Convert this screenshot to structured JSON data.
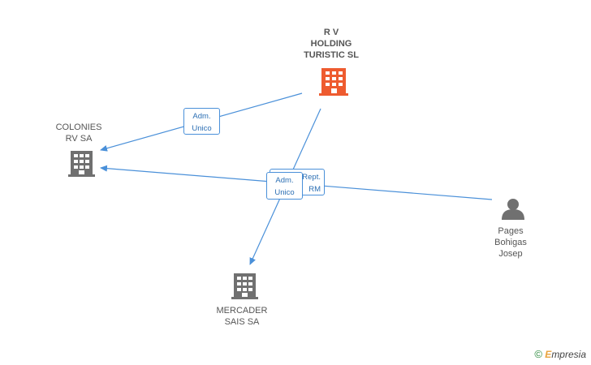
{
  "nodes": {
    "rv_holding": {
      "label": "R V\nHOLDING\nTURISTIC SL",
      "color": "#ee5b2f"
    },
    "colonies": {
      "label": "COLONIES\nRV SA",
      "color": "#707070"
    },
    "mercader": {
      "label": "MERCADER\nSAIS SA",
      "color": "#707070"
    },
    "pages": {
      "label": "Pages\nBohigas\nJosep",
      "color": "#707070"
    }
  },
  "edges": {
    "adm_unico_1": "Adm.\nUnico",
    "adm_unico_2": "Adm.\nUnico",
    "rept_rm": "Rept.\nRM"
  },
  "colors": {
    "edge": "#4a90d9"
  },
  "watermark": {
    "symbol": "©",
    "brand_initial": "E",
    "brand_rest": "mpresia"
  }
}
